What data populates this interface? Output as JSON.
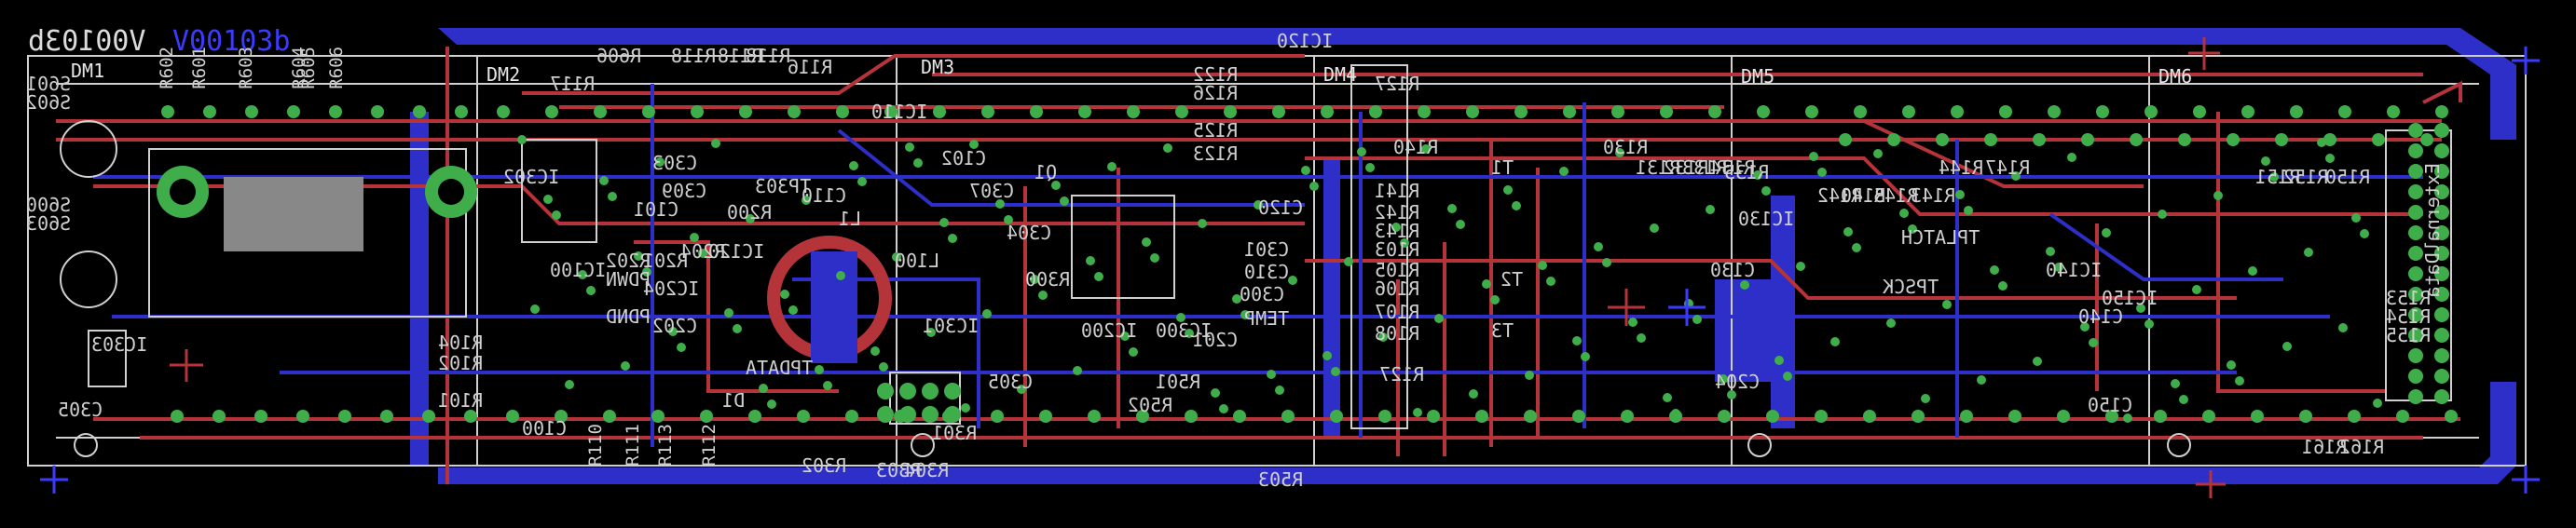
{
  "board": {
    "title_primary": "V00103b",
    "title_mirrored": "V00103b",
    "colors": {
      "background": "#000000",
      "top_copper": "#b4343a",
      "bottom_copper": "#2e2ec8",
      "via": "#3fae4a",
      "silk": "#cfcfcf",
      "outline": "#d0d0d0"
    }
  },
  "sections": [
    "DM1",
    "DM2",
    "DM3",
    "DM4",
    "DM5",
    "DM6"
  ],
  "labels": {
    "sw": [
      "S601",
      "S602",
      "S600",
      "S603"
    ],
    "top_left": [
      "R602",
      "R601",
      "R603",
      "R604",
      "R605",
      "R606"
    ],
    "dm2_top": [
      "R117",
      "R606",
      "R118",
      "R118",
      "R113",
      "R116"
    ],
    "dm2_mid": [
      "IC302",
      "C303",
      "C101",
      "C309",
      "TP303",
      "C110",
      "L1",
      "R200",
      "IC120"
    ],
    "dm2_low": [
      "IC100",
      "R202",
      "R201",
      "R204",
      "PDWN",
      "IC204",
      "PDND",
      "C202",
      "C100"
    ],
    "left_low": [
      "R104",
      "R102",
      "R101",
      "C305",
      "IC303"
    ],
    "bottom_left": [
      "R110",
      "R111",
      "R113",
      "R112"
    ],
    "dm3": [
      "IC110",
      "R122",
      "R126",
      "R125",
      "R123",
      "C102",
      "C307",
      "Q1",
      "R300",
      "L100",
      "TPDATA",
      "D1",
      "IC301",
      "C305",
      "C304",
      "R301",
      "R302",
      "R303",
      "R304"
    ],
    "ic": [
      "IC200",
      "IC300",
      "C301",
      "C310",
      "C300",
      "TEMP",
      "C201",
      "R501",
      "R502",
      "R503"
    ],
    "dm4": [
      "IC120",
      "R127",
      "R140",
      "R141",
      "R142",
      "R143",
      "R103",
      "R105",
      "R106",
      "R107",
      "R108",
      "C120",
      "R127"
    ],
    "dm5": [
      "R130",
      "R131",
      "R132",
      "R133",
      "R134",
      "R135",
      "IC130",
      "C130",
      "C204",
      "T1",
      "T2",
      "T3"
    ],
    "dm5b": [
      "R142",
      "R140",
      "R145",
      "R143",
      "R144",
      "R147",
      "TPLATCH",
      "TPSCK",
      "C140",
      "IC140",
      "IC150",
      "C150"
    ],
    "dm6": [
      "R151",
      "R152",
      "R150",
      "R153",
      "R154",
      "R155",
      "R161",
      "R162",
      "ExternalData"
    ]
  }
}
